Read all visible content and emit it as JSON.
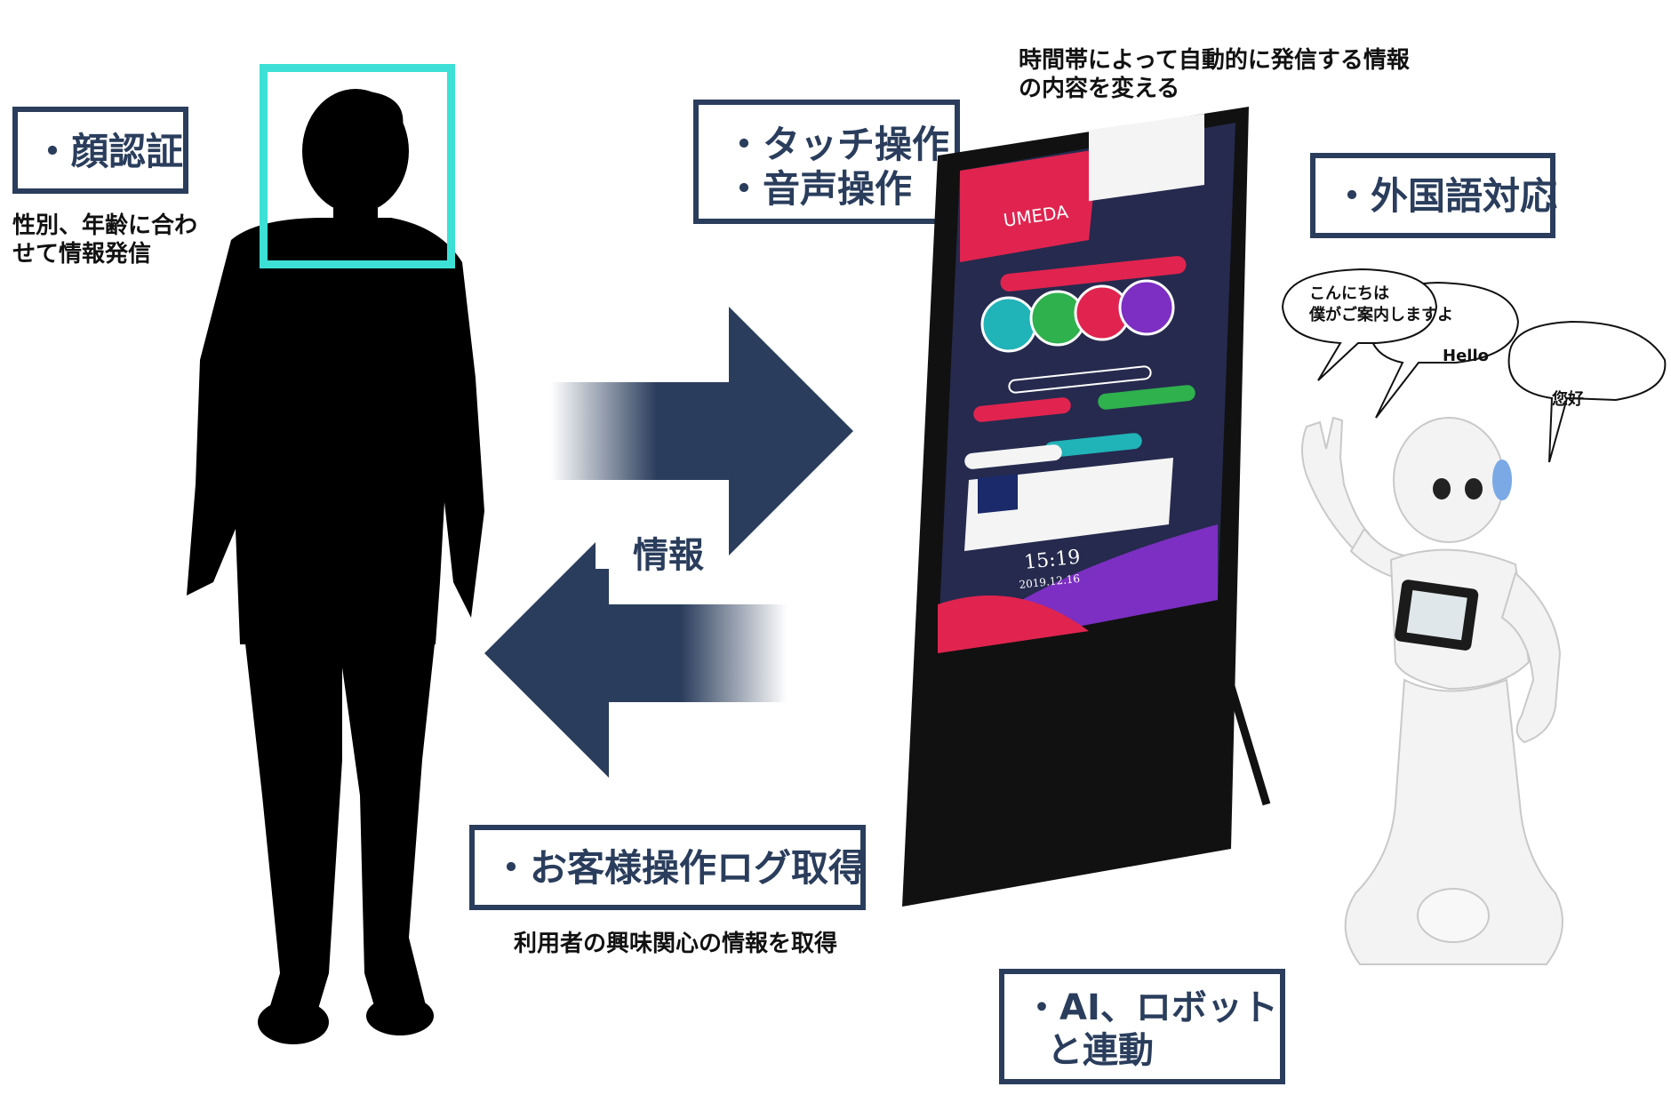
{
  "colors": {
    "box_border": "#2a3d5c",
    "arrow": "#2a3d5c",
    "face_frame": "#3de0d6",
    "silhouette": "#000000"
  },
  "face_auth": {
    "label": "・顔認証",
    "note_line1": "性別、年齢に合わ",
    "note_line2": "せて情報発信"
  },
  "touch_voice": {
    "line1": "・タッチ操作",
    "line2": "・音声操作"
  },
  "time_note": {
    "line1": "時間帯によって自動的に発信する情報",
    "line2": "の内容を変える"
  },
  "foreign": {
    "label": "・外国語対応"
  },
  "bubbles": {
    "b1_line1": "こんにちは",
    "b1_line2": "僕がご案内しますよ",
    "b2": "Hello",
    "b3": "您好"
  },
  "info_label": "情報",
  "log": {
    "label": "・お客様操作ログ取得",
    "note": "利用者の興味関心の情報を取得"
  },
  "ai": {
    "line1": "・AI、ロボット",
    "line2": "と連動"
  },
  "signage": {
    "area": "UMEDA",
    "time": "15:19",
    "date": "2019.12.16"
  },
  "icons": [
    "person-silhouette-icon",
    "face-frame-icon",
    "arrow-right-icon",
    "arrow-left-icon",
    "digital-signage-icon",
    "robot-icon",
    "speech-bubble-icon"
  ]
}
